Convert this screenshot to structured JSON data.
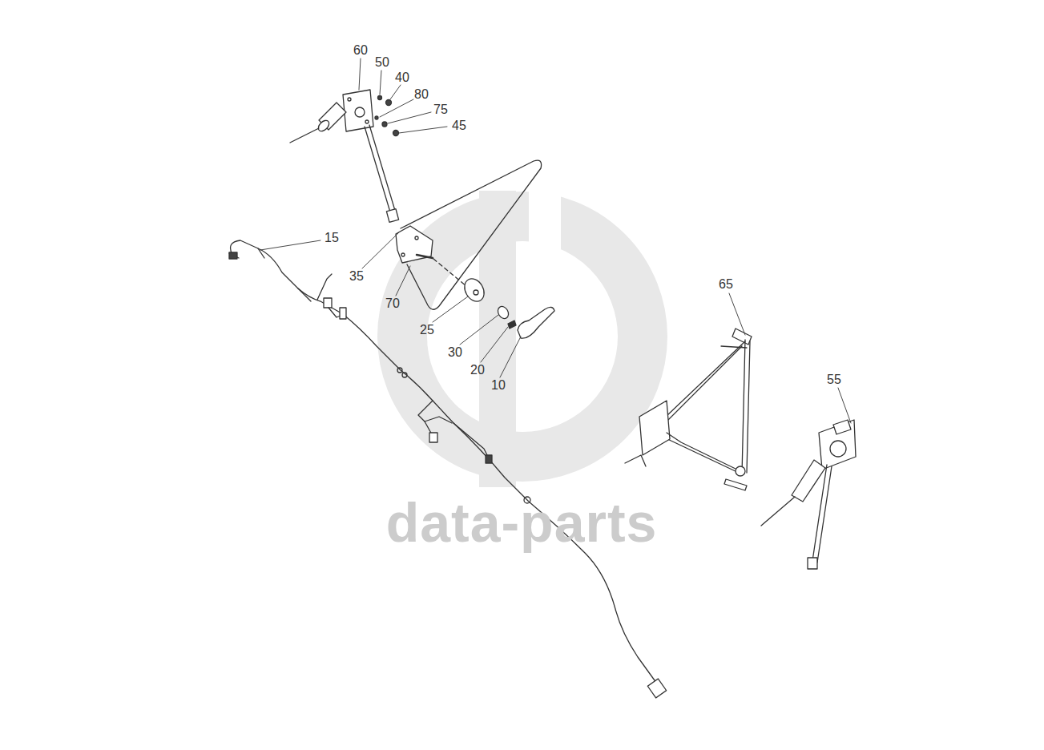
{
  "diagram": {
    "labels": [
      "60",
      "50",
      "40",
      "80",
      "75",
      "45",
      "15",
      "35",
      "70",
      "25",
      "30",
      "20",
      "10",
      "65",
      "55",
      "data-parts"
    ]
  }
}
